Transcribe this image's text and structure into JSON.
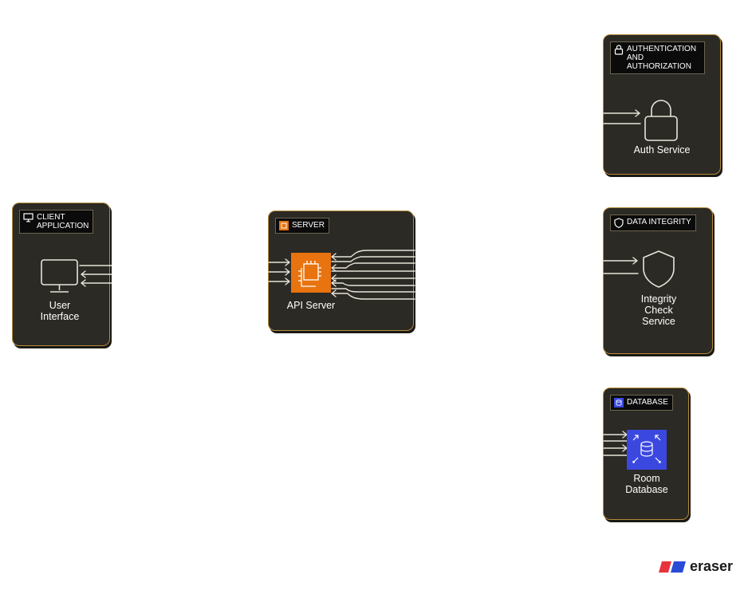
{
  "groups": {
    "client": {
      "label": "CLIENT APPLICATION",
      "icon": "monitor-icon"
    },
    "server": {
      "label": "SERVER",
      "icon": "chip-icon",
      "accent": "#e8730f"
    },
    "auth": {
      "label": "AUTHENTICATION AND AUTHORIZATION",
      "icon": "lock-icon"
    },
    "integrity": {
      "label": "DATA INTEGRITY",
      "icon": "shield-icon"
    },
    "database": {
      "label": "DATABASE",
      "icon": "database-icon",
      "accent": "#3b48e0"
    }
  },
  "nodes": {
    "user_interface": {
      "label": "User\nInterface",
      "icon": "monitor-icon"
    },
    "api_server": {
      "label": "API Server",
      "icon": "chip-icon",
      "color": "#e8730f"
    },
    "auth_service": {
      "label": "Auth Service",
      "icon": "lock-icon"
    },
    "integrity_service": {
      "label": "Integrity\nCheck\nService",
      "icon": "shield-icon"
    },
    "room_database": {
      "label": "Room\nDatabase",
      "icon": "database-icon",
      "color": "#3b48e0"
    }
  },
  "brand": {
    "name": "eraser"
  },
  "colors": {
    "group_fill": "#2b2a24",
    "group_border": "#b58a3a",
    "wire": "#e8e4da"
  }
}
